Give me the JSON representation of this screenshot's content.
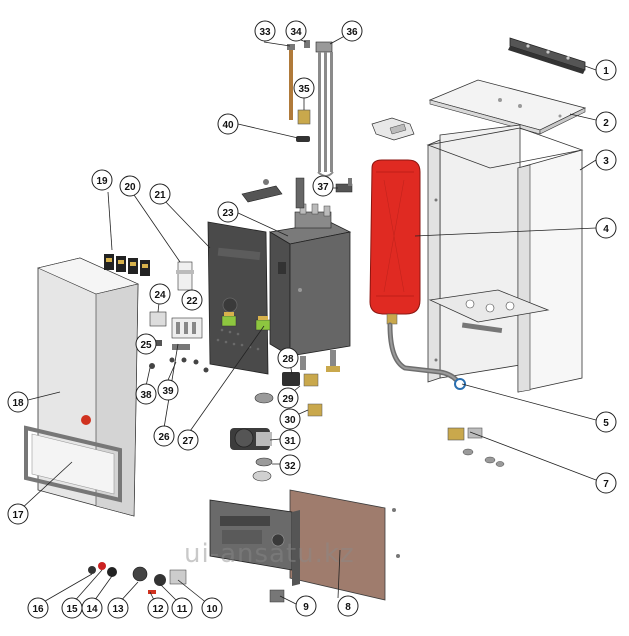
{
  "watermark": "ui-ansatu.kz",
  "callouts": [
    {
      "id": "c1",
      "label": "1"
    },
    {
      "id": "c2",
      "label": "2"
    },
    {
      "id": "c3",
      "label": "3"
    },
    {
      "id": "c4",
      "label": "4"
    },
    {
      "id": "c5",
      "label": "5"
    },
    {
      "id": "c7",
      "label": "7"
    },
    {
      "id": "c8",
      "label": "8"
    },
    {
      "id": "c9",
      "label": "9"
    },
    {
      "id": "c10",
      "label": "10"
    },
    {
      "id": "c11",
      "label": "11"
    },
    {
      "id": "c12",
      "label": "12"
    },
    {
      "id": "c13",
      "label": "13"
    },
    {
      "id": "c14",
      "label": "14"
    },
    {
      "id": "c15",
      "label": "15"
    },
    {
      "id": "c16",
      "label": "16"
    },
    {
      "id": "c17",
      "label": "17"
    },
    {
      "id": "c18",
      "label": "18"
    },
    {
      "id": "c19",
      "label": "19"
    },
    {
      "id": "c20",
      "label": "20"
    },
    {
      "id": "c21",
      "label": "21"
    },
    {
      "id": "c22",
      "label": "22"
    },
    {
      "id": "c23",
      "label": "23"
    },
    {
      "id": "c24",
      "label": "24"
    },
    {
      "id": "c25",
      "label": "25"
    },
    {
      "id": "c26",
      "label": "26"
    },
    {
      "id": "c27",
      "label": "27"
    },
    {
      "id": "c28",
      "label": "28"
    },
    {
      "id": "c29",
      "label": "29"
    },
    {
      "id": "c30",
      "label": "30"
    },
    {
      "id": "c31",
      "label": "31"
    },
    {
      "id": "c32",
      "label": "32"
    },
    {
      "id": "c33",
      "label": "33"
    },
    {
      "id": "c34",
      "label": "34"
    },
    {
      "id": "c35",
      "label": "35"
    },
    {
      "id": "c36",
      "label": "36"
    },
    {
      "id": "c37",
      "label": "37"
    },
    {
      "id": "c38",
      "label": "38"
    },
    {
      "id": "c39",
      "label": "39"
    },
    {
      "id": "c40",
      "label": "40"
    }
  ],
  "colors": {
    "expansion_tank": "#e02a22",
    "heat_exchanger": "#5d5d5d",
    "frame_panel": "#f2f2f2",
    "front_cover": "#e6e6e6",
    "control_plate": "#9a7566",
    "terminal_green": "#8dc63f",
    "brass": "#c9a84c",
    "pipe_grey": "#6e6e6e"
  }
}
